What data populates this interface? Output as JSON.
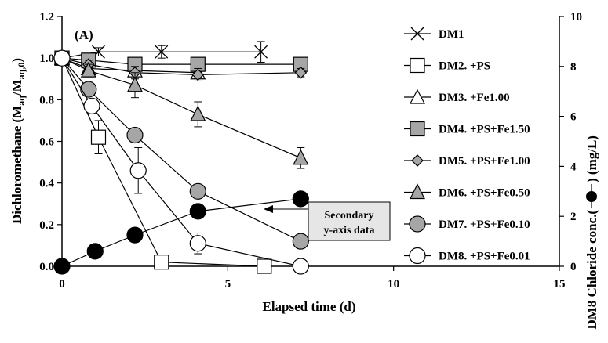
{
  "chart_data": {
    "type": "scatter",
    "panel_label": "(A)",
    "xlabel": "Elapsed time (d)",
    "ylabel": "Dichloromethane (M",
    "ylabel_sub1": "aq",
    "ylabel_mid": "/M",
    "ylabel_sub2": "aq,0",
    "ylabel_end": ")",
    "y2label_part1": "DM8 Chloride conc.(",
    "y2label_part2": ") (mg/L)",
    "xlim": [
      0,
      15
    ],
    "ylim": [
      0,
      1.2
    ],
    "y2lim": [
      0,
      10
    ],
    "xticks": [
      "0",
      "5",
      "10",
      "15"
    ],
    "yticks": [
      "0.0",
      "0.2",
      "0.4",
      "0.6",
      "0.8",
      "1.0",
      "1.2"
    ],
    "y2ticks": [
      "0",
      "2",
      "4",
      "6",
      "8",
      "10"
    ],
    "annotation": {
      "line1": "Secondary",
      "line2": "y-axis data"
    },
    "series": [
      {
        "name": "DM1",
        "marker": "x",
        "axis": "y",
        "x": [
          0,
          1.1,
          3,
          6
        ],
        "y": [
          1.0,
          1.03,
          1.03,
          1.03
        ],
        "err": [
          0,
          0.02,
          0.03,
          0.05
        ]
      },
      {
        "name": "DM2. +PS",
        "marker": "square-open",
        "axis": "y",
        "x": [
          0,
          1.1,
          3,
          6.1
        ],
        "y": [
          1.0,
          0.62,
          0.02,
          0.0
        ],
        "err": [
          0,
          0.08,
          0.02,
          0
        ]
      },
      {
        "name": "DM3. +Fe1.00",
        "marker": "triangle-open",
        "axis": "y",
        "x": [
          0,
          0.8,
          2.2,
          4.1
        ],
        "y": [
          1.0,
          0.95,
          0.94,
          0.93
        ],
        "err": [
          0,
          0.02,
          0.02,
          0.02
        ]
      },
      {
        "name": "DM4. +PS+Fe1.50",
        "marker": "square-gray",
        "axis": "y",
        "x": [
          0,
          0.8,
          2.2,
          4.1,
          7.2
        ],
        "y": [
          1.0,
          0.99,
          0.97,
          0.97,
          0.97
        ],
        "err": [
          0,
          0.02,
          0.03,
          0.03,
          0.02
        ]
      },
      {
        "name": "DM5. +PS+Fe1.00",
        "marker": "diamond-gray",
        "axis": "y",
        "x": [
          0,
          0.8,
          2.2,
          4.1,
          7.2
        ],
        "y": [
          1.0,
          0.97,
          0.93,
          0.92,
          0.93
        ],
        "err": [
          0,
          0.02,
          0.03,
          0.03,
          0.02
        ]
      },
      {
        "name": "DM6. +PS+Fe0.50",
        "marker": "triangle-gray",
        "axis": "y",
        "x": [
          0,
          0.8,
          2.2,
          4.1,
          7.2
        ],
        "y": [
          1.0,
          0.94,
          0.87,
          0.73,
          0.52
        ],
        "err": [
          0,
          0.03,
          0.06,
          0.06,
          0.05
        ]
      },
      {
        "name": "DM7. +PS+Fe0.10",
        "marker": "circle-gray",
        "axis": "y",
        "x": [
          0,
          0.8,
          2.2,
          4.1,
          7.2
        ],
        "y": [
          1.0,
          0.85,
          0.63,
          0.36,
          0.12
        ],
        "err": [
          0,
          0.03,
          0.03,
          0.03,
          0.03
        ]
      },
      {
        "name": "DM8. +PS+Fe0.01",
        "marker": "circle-open",
        "axis": "y",
        "x": [
          0,
          0.9,
          2.3,
          4.1,
          7.2
        ],
        "y": [
          1.0,
          0.77,
          0.46,
          0.11,
          0.0
        ],
        "err": [
          0,
          0.02,
          0.11,
          0.05,
          0
        ]
      },
      {
        "name": "",
        "marker": "circle-black",
        "axis": "y2",
        "x": [
          0,
          1.0,
          2.2,
          4.1,
          7.2
        ],
        "y": [
          0.0,
          0.6,
          1.25,
          2.2,
          2.7
        ],
        "err": [
          0,
          0,
          0,
          0,
          0.2
        ]
      }
    ]
  }
}
